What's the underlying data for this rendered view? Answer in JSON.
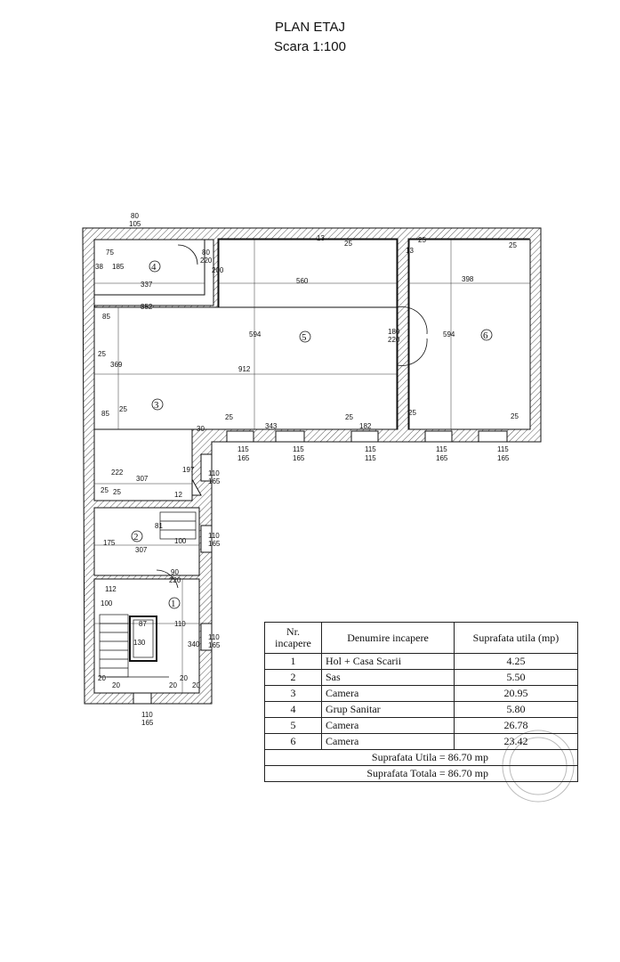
{
  "header": {
    "title": "PLAN ETAJ",
    "scale": "Scara 1:100"
  },
  "rooms": [
    {
      "n": "1",
      "name": "Hol + Casa Scarii",
      "area": "4.25"
    },
    {
      "n": "2",
      "name": "Sas",
      "area": "5.50"
    },
    {
      "n": "3",
      "name": "Camera",
      "area": "20.95"
    },
    {
      "n": "4",
      "name": "Grup Sanitar",
      "area": "5.80"
    },
    {
      "n": "5",
      "name": "Camera",
      "area": "26.78"
    },
    {
      "n": "6",
      "name": "Camera",
      "area": "23.42"
    }
  ],
  "table": {
    "h_nr": "Nr. incapere",
    "h_name": "Denumire incapere",
    "h_area": "Suprafata utila (mp)",
    "util_label": "Suprafata Utila =",
    "util_value": "86.70 mp",
    "total_label": "Suprafata Totala =",
    "total_value": "86.70 mp"
  },
  "dims": {
    "d80_105": [
      "80",
      "105"
    ],
    "d75": "75",
    "d38": "38",
    "d185": "185",
    "d337": "337",
    "d80_220": [
      "80",
      "220"
    ],
    "d200": "200",
    "d13a": "13",
    "d25a": "25",
    "d560": "560",
    "d13b": "13",
    "d25b": "25",
    "d25c": "25",
    "d398": "398",
    "d352": "352",
    "d85a": "85",
    "d25d": "25",
    "d369": "369",
    "d594a": "594",
    "d594b": "594",
    "d912": "912",
    "d180_220": [
      "180",
      "220"
    ],
    "d85b": "85",
    "d25e": "25",
    "d25f": "25",
    "d30": "30",
    "d343": "343",
    "d25g": "25",
    "d182": "182",
    "d25h": "25",
    "d25i": "25",
    "w1": [
      "115",
      "165"
    ],
    "w2": [
      "115",
      "165"
    ],
    "w3": [
      "115",
      "115"
    ],
    "w4": [
      "115",
      "165"
    ],
    "w5": [
      "115",
      "165"
    ],
    "d222": "222",
    "d307a": "307",
    "d197": "197",
    "d110_165a": [
      "110",
      "165"
    ],
    "d25j": "25",
    "d25k": "25",
    "d12": "12",
    "d81": "81",
    "d175": "175",
    "d100a": "100",
    "d307b": "307",
    "d110_165b": [
      "110",
      "165"
    ],
    "d90_220": [
      "90",
      "220"
    ],
    "d112": "112",
    "d100b": "100",
    "d87": "87",
    "d130": "130",
    "d110": "110",
    "d340": "340",
    "d110_165c": [
      "110",
      "165"
    ],
    "d20a": "20",
    "d20b": "20",
    "d20c": "20",
    "d20d": "20",
    "d20e": "20",
    "d110_165d": [
      "110",
      "165"
    ]
  }
}
